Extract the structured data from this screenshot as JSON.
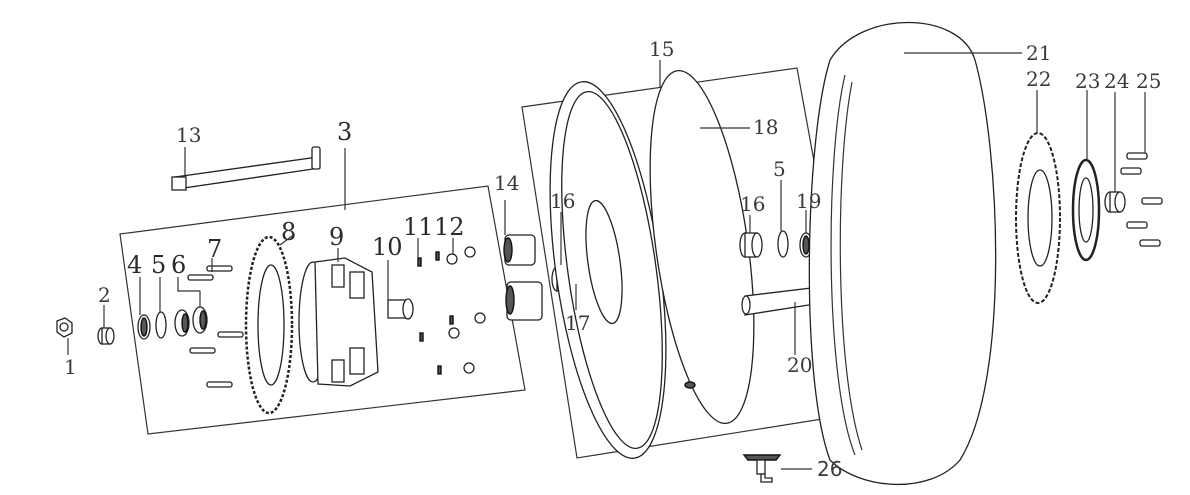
{
  "diagram": {
    "title": "Rear wheel assembly exploded view",
    "labels": [
      {
        "id": "1",
        "text": "1"
      },
      {
        "id": "2",
        "text": "2"
      },
      {
        "id": "3",
        "text": "3"
      },
      {
        "id": "4",
        "text": "4"
      },
      {
        "id": "5a",
        "text": "5"
      },
      {
        "id": "6",
        "text": "6"
      },
      {
        "id": "7",
        "text": "7"
      },
      {
        "id": "8",
        "text": "8"
      },
      {
        "id": "9",
        "text": "9"
      },
      {
        "id": "10",
        "text": "10"
      },
      {
        "id": "11",
        "text": "11"
      },
      {
        "id": "12",
        "text": "12"
      },
      {
        "id": "13",
        "text": "13"
      },
      {
        "id": "14",
        "text": "14"
      },
      {
        "id": "15",
        "text": "15"
      },
      {
        "id": "16a",
        "text": "16"
      },
      {
        "id": "17",
        "text": "17"
      },
      {
        "id": "18",
        "text": "18"
      },
      {
        "id": "16b",
        "text": "16"
      },
      {
        "id": "5b",
        "text": "5"
      },
      {
        "id": "19",
        "text": "19"
      },
      {
        "id": "20",
        "text": "20"
      },
      {
        "id": "21",
        "text": "21"
      },
      {
        "id": "22",
        "text": "22"
      },
      {
        "id": "23",
        "text": "23"
      },
      {
        "id": "24",
        "text": "24"
      },
      {
        "id": "25",
        "text": "25"
      },
      {
        "id": "26",
        "text": "26"
      }
    ]
  }
}
